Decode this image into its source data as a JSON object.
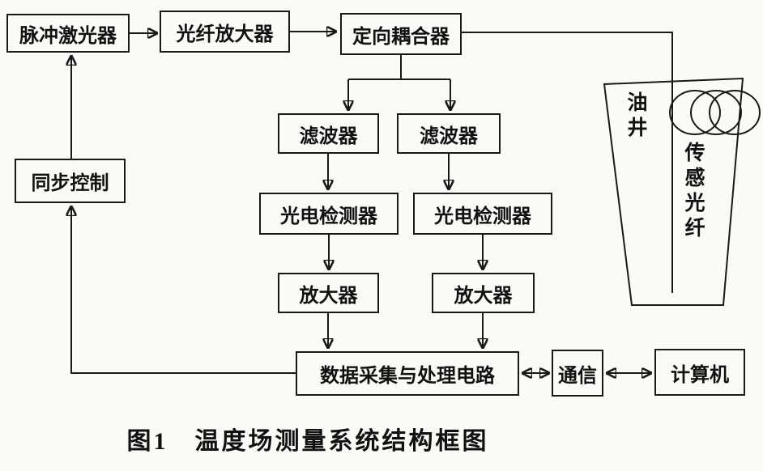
{
  "figure": {
    "caption": "图1　温度场测量系统结构框图"
  },
  "blocks": {
    "pulse_laser": "脉冲激光器",
    "fiber_amplifier": "光纤放大器",
    "directional_coupler": "定向耦合器",
    "filter_left": "滤波器",
    "filter_right": "滤波器",
    "photodetector_left": "光电检测器",
    "photodetector_right": "光电检测器",
    "amplifier_left": "放大器",
    "amplifier_right": "放大器",
    "daq_circuit": "数据采集与处理电路",
    "communication": "通信",
    "computer": "计算机",
    "sync_control": "同步控制"
  },
  "labels": {
    "oil_well": "油井",
    "sensing_fiber": "传感光纤"
  },
  "colors": {
    "background": "#fbfaf6",
    "line": "#191919"
  }
}
